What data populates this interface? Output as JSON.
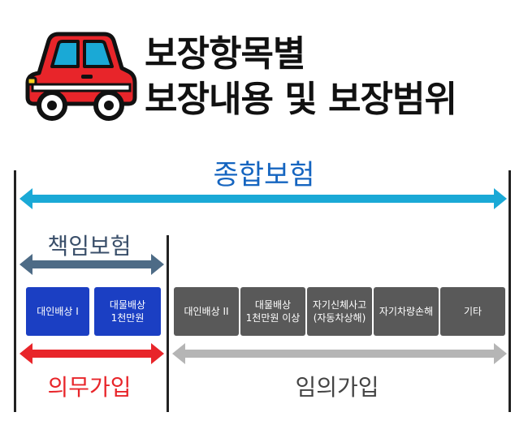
{
  "title": {
    "line1": "보장항목별",
    "line2": "보장내용 및 보장범위"
  },
  "car_icon": "red-car-icon",
  "comprehensive": {
    "label": "종합보험",
    "color": "#1565c0",
    "arrow_color": "#1aa9d6"
  },
  "liability": {
    "label": "책임보험",
    "color": "#3a4f6a",
    "arrow_color": "#4d6b86"
  },
  "mandatory": {
    "label": "의무가입",
    "color": "#e8252a",
    "arrow_color": "#e8252a"
  },
  "optional": {
    "label": "임의가입",
    "color": "#444444",
    "arrow_color": "#b5b5b5"
  },
  "coverage_items": [
    {
      "label": "대인배상 I",
      "group": "mandatory",
      "color": "#1b3fc3"
    },
    {
      "label": "대물배상\n1천만원",
      "group": "mandatory",
      "color": "#1b3fc3"
    },
    {
      "label": "대인배상 II",
      "group": "optional",
      "color": "#595959"
    },
    {
      "label": "대물배상\n1천만원 이상",
      "group": "optional",
      "color": "#595959"
    },
    {
      "label": "자기신체사고\n(자동차상해)",
      "group": "optional",
      "color": "#595959"
    },
    {
      "label": "자기차량손해",
      "group": "optional",
      "color": "#595959"
    },
    {
      "label": "기타",
      "group": "optional",
      "color": "#595959"
    }
  ]
}
